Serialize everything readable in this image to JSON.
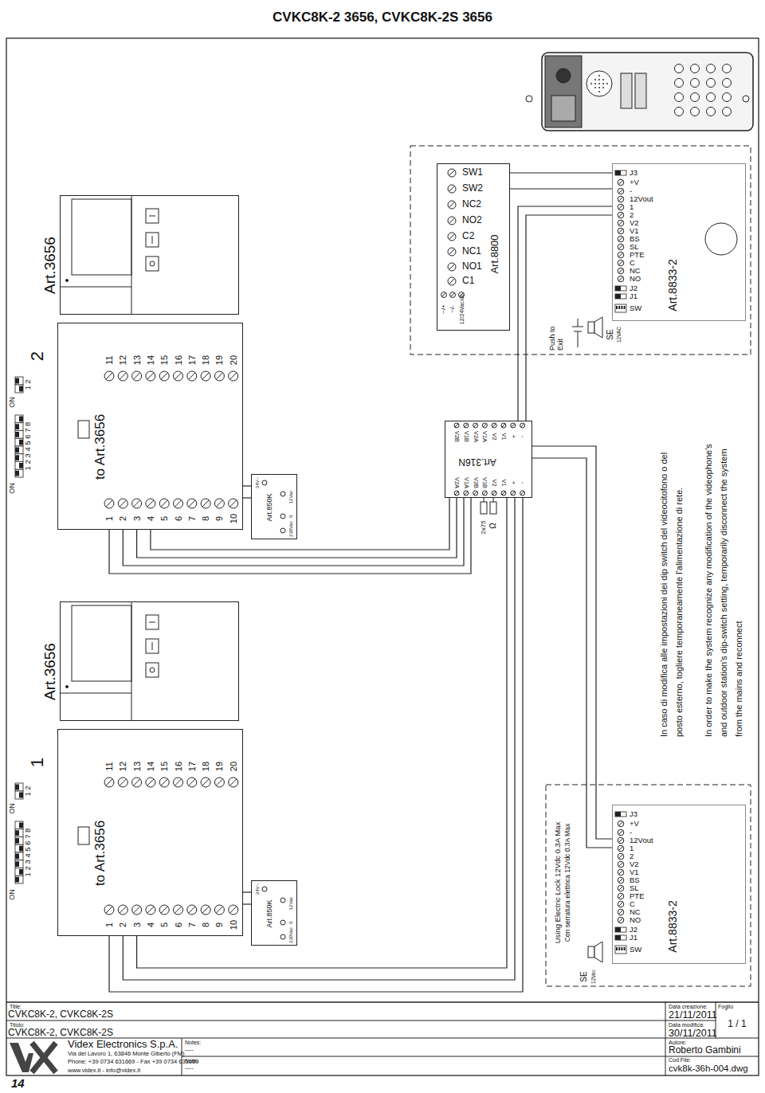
{
  "diagram": {
    "title": "CVKC8K-2 3656, CVKC8K-2S 3656",
    "nodes": [
      {
        "text": [
          "Art.3656"
        ]
      },
      {
        "text": [
          "to Art.3656"
        ]
      },
      {
        "text": [
          "Art.850K"
        ]
      },
      {
        "text": [
          "Art.3656"
        ]
      },
      {
        "text": [
          "to Art.3656"
        ]
      },
      {
        "text": [
          "Art.850K"
        ]
      },
      {
        "text": [
          "Art.316N"
        ]
      },
      {
        "text": [
          "Art.8800"
        ]
      },
      {
        "text": [
          "Art.8833-2"
        ]
      },
      {
        "text": [
          "Art.8833-2"
        ]
      }
    ],
    "edges": [
      {
        "from": 1,
        "to": 2,
        "arrow": "none"
      },
      {
        "from": 4,
        "to": 5,
        "arrow": "none"
      },
      {
        "from": 1,
        "to": 6,
        "arrow": "none"
      },
      {
        "from": 4,
        "to": 6,
        "arrow": "none"
      },
      {
        "from": 6,
        "to": 8,
        "arrow": "none"
      },
      {
        "from": 7,
        "to": 8,
        "arrow": "none"
      },
      {
        "from": 6,
        "to": 9,
        "arrow": "none"
      }
    ],
    "labels": [
      "2",
      "ON",
      "1 2 3 4 5 6 7 8",
      "ON",
      "1 2",
      "1",
      "2",
      "3",
      "4",
      "5",
      "6",
      "7",
      "8",
      "9",
      "10",
      "11",
      "12",
      "13",
      "14",
      "15",
      "16",
      "17",
      "18",
      "19",
      "20",
      "24V~",
      "230Vac",
      "0",
      "12Vac",
      "1",
      "ON",
      "1 2 3 4 5 6 7 8",
      "ON",
      "1 2",
      "1",
      "2",
      "3",
      "4",
      "5",
      "6",
      "7",
      "8",
      "9",
      "10",
      "11",
      "12",
      "13",
      "14",
      "15",
      "16",
      "17",
      "18",
      "19",
      "20",
      "24V~",
      "230Vac",
      "0",
      "12Vac",
      "V2B",
      "V1B",
      "V2A",
      "V1A",
      "V2",
      "V1",
      "+",
      "-",
      "V2A",
      "V1A",
      "V2B",
      "V1B",
      "V2",
      "V1",
      "+",
      "-",
      "2x75",
      "Ω",
      "SW1",
      "SW2",
      "NC2",
      "NO2",
      "C2",
      "NC1",
      "NO1",
      "C1",
      "~/+",
      "~/-",
      "12/24Vac/dc",
      "Push to Exit",
      "SE",
      "12VAC",
      "J3",
      "+V",
      "-",
      "12Vout",
      "1",
      "2",
      "V2",
      "V1",
      "BS",
      "SL",
      "PTE",
      "C",
      "NC",
      "NO",
      "J2",
      "J1",
      "SW",
      "In caso di modifica alle impostazioni dei dip switch del videocitofono o del posto esterno, togliere temporaneamente l'alimentazione di rete.",
      "In order to make the system recognize any modification of the videophone's and outdoor station's dip-switch setting, temporarily disconnect the system from the mains and reconnect",
      "Using Electric Lock 12Vdc 0.3A Max",
      "Con serratura elettrica 12Vdc 0.3A Max",
      "SE",
      "12Vac",
      "J3",
      "+V",
      "-",
      "12Vout",
      "1",
      "2",
      "V2",
      "V1",
      "BS",
      "SL",
      "PTE",
      "C",
      "NC",
      "NO",
      "J2",
      "J1",
      "SW",
      "Title:",
      "CVKC8K-2, CVKC8K-2S",
      "Titolo:",
      "CVKC8K-2, CVKC8K-2S",
      "Videx Electronics S.p.A.",
      "Via del Lavoro 1, 63846 Monte Giberto (FM)",
      "Phone: +39 0734 631669 - Fax +39 0734 631669",
      "www.videx.it - info@videx.it",
      "Notes:",
      "----",
      "Note:",
      "----",
      "Data creazione:",
      "21/11/2011",
      "Data modifica:",
      "30/11/2011",
      "Autore:",
      "Roberto Gambini",
      "Cod.File:",
      "cvk8k-36h-004.dwg",
      "Foglio",
      "1 / 1",
      "14"
    ]
  }
}
